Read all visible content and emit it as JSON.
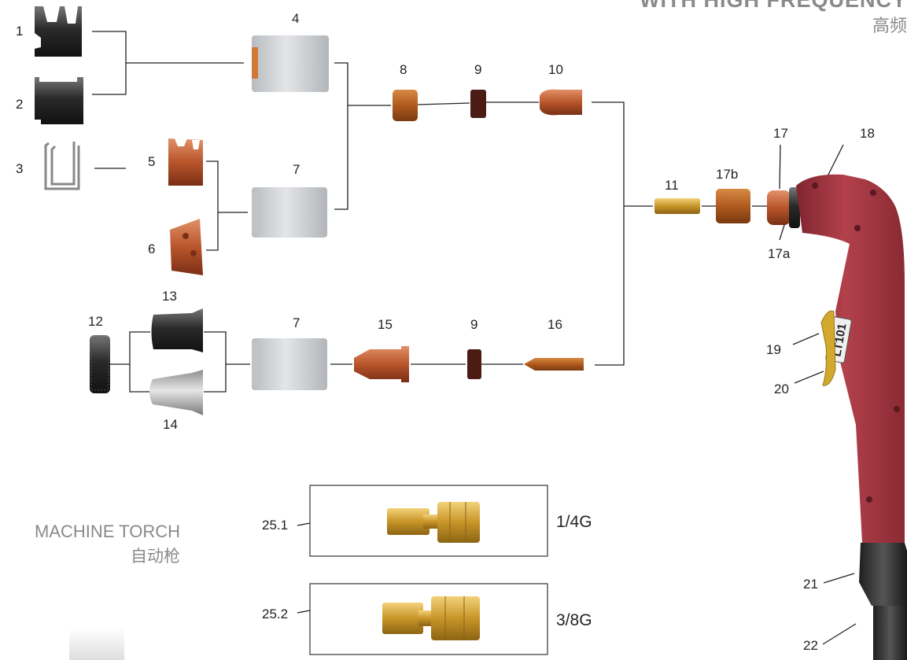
{
  "header": {
    "title_partial": "WITH HIGH FREQUENCY",
    "title_cn": "高频"
  },
  "side_label": {
    "en": "MACHINE TORCH",
    "cn": "自动枪"
  },
  "part_labels": {
    "p1": "1",
    "p2": "2",
    "p3": "3",
    "p4": "4",
    "p5": "5",
    "p6": "6",
    "p7a": "7",
    "p7b": "7",
    "p8": "8",
    "p9a": "9",
    "p9b": "9",
    "p10": "10",
    "p11": "11",
    "p12": "12",
    "p13": "13",
    "p14": "14",
    "p15": "15",
    "p16": "16",
    "p17": "17",
    "p17a": "17a",
    "p17b": "17b",
    "p18": "18",
    "p19": "19",
    "p20": "20",
    "p21": "21",
    "p22": "22"
  },
  "adapters": [
    {
      "id": "25.1",
      "size": "1/4G"
    },
    {
      "id": "25.2",
      "size": "3/8G"
    }
  ],
  "torch_handle_text": "LT101",
  "colors": {
    "handle_red": "#a8353f",
    "ceramic": "#d3d6d9",
    "copper": "#c8673a",
    "brass": "#d4a53a",
    "trigger": "#d2a92c"
  }
}
